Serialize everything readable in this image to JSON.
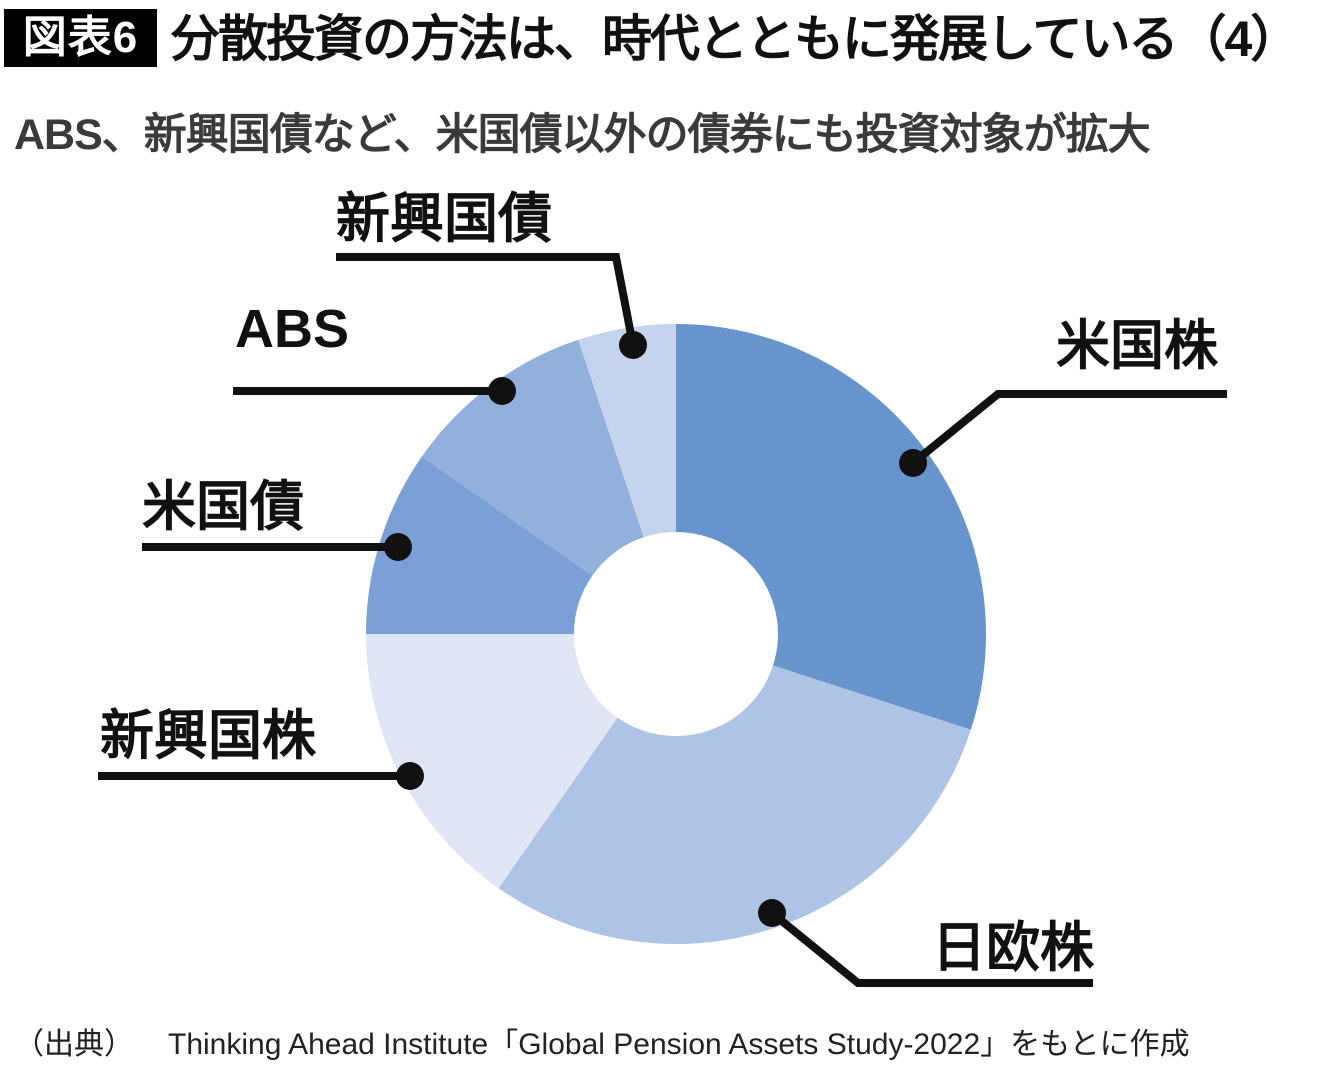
{
  "header": {
    "badge": "図表6",
    "title": "分散投資の方法は、時代とともに発展している（4）",
    "subtitle": "ABS、新興国債など、米国債以外の債券にも投資対象が拡大"
  },
  "chart_data": {
    "type": "pie",
    "subtype": "donut",
    "start_angle_deg": 0,
    "direction": "clockwise",
    "inner_radius_ratio": 0.33,
    "legend_position": "callout-labels",
    "segments": [
      {
        "id": "us-equity",
        "label": "米国株",
        "percent": 30.0,
        "color": "#6794cd"
      },
      {
        "id": "japan-europe-equity",
        "label": "日欧株",
        "percent": 29.7,
        "color": "#aec4e6"
      },
      {
        "id": "emerging-equity",
        "label": "新興国株",
        "percent": 15.3,
        "color": "#e0e6f3"
      },
      {
        "id": "us-bonds",
        "label": "米国債",
        "percent": 9.7,
        "color": "#7aa0d6"
      },
      {
        "id": "abs",
        "label": "ABS",
        "percent": 10.2,
        "color": "#92b0dc"
      },
      {
        "id": "emerging-bonds",
        "label": "新興国債",
        "percent": 5.1,
        "color": "#c4d4ed"
      }
    ]
  },
  "source": {
    "prefix": "（出典）",
    "text": "Thinking Ahead Institute「Global Pension Assets Study-2022」をもとに作成"
  }
}
